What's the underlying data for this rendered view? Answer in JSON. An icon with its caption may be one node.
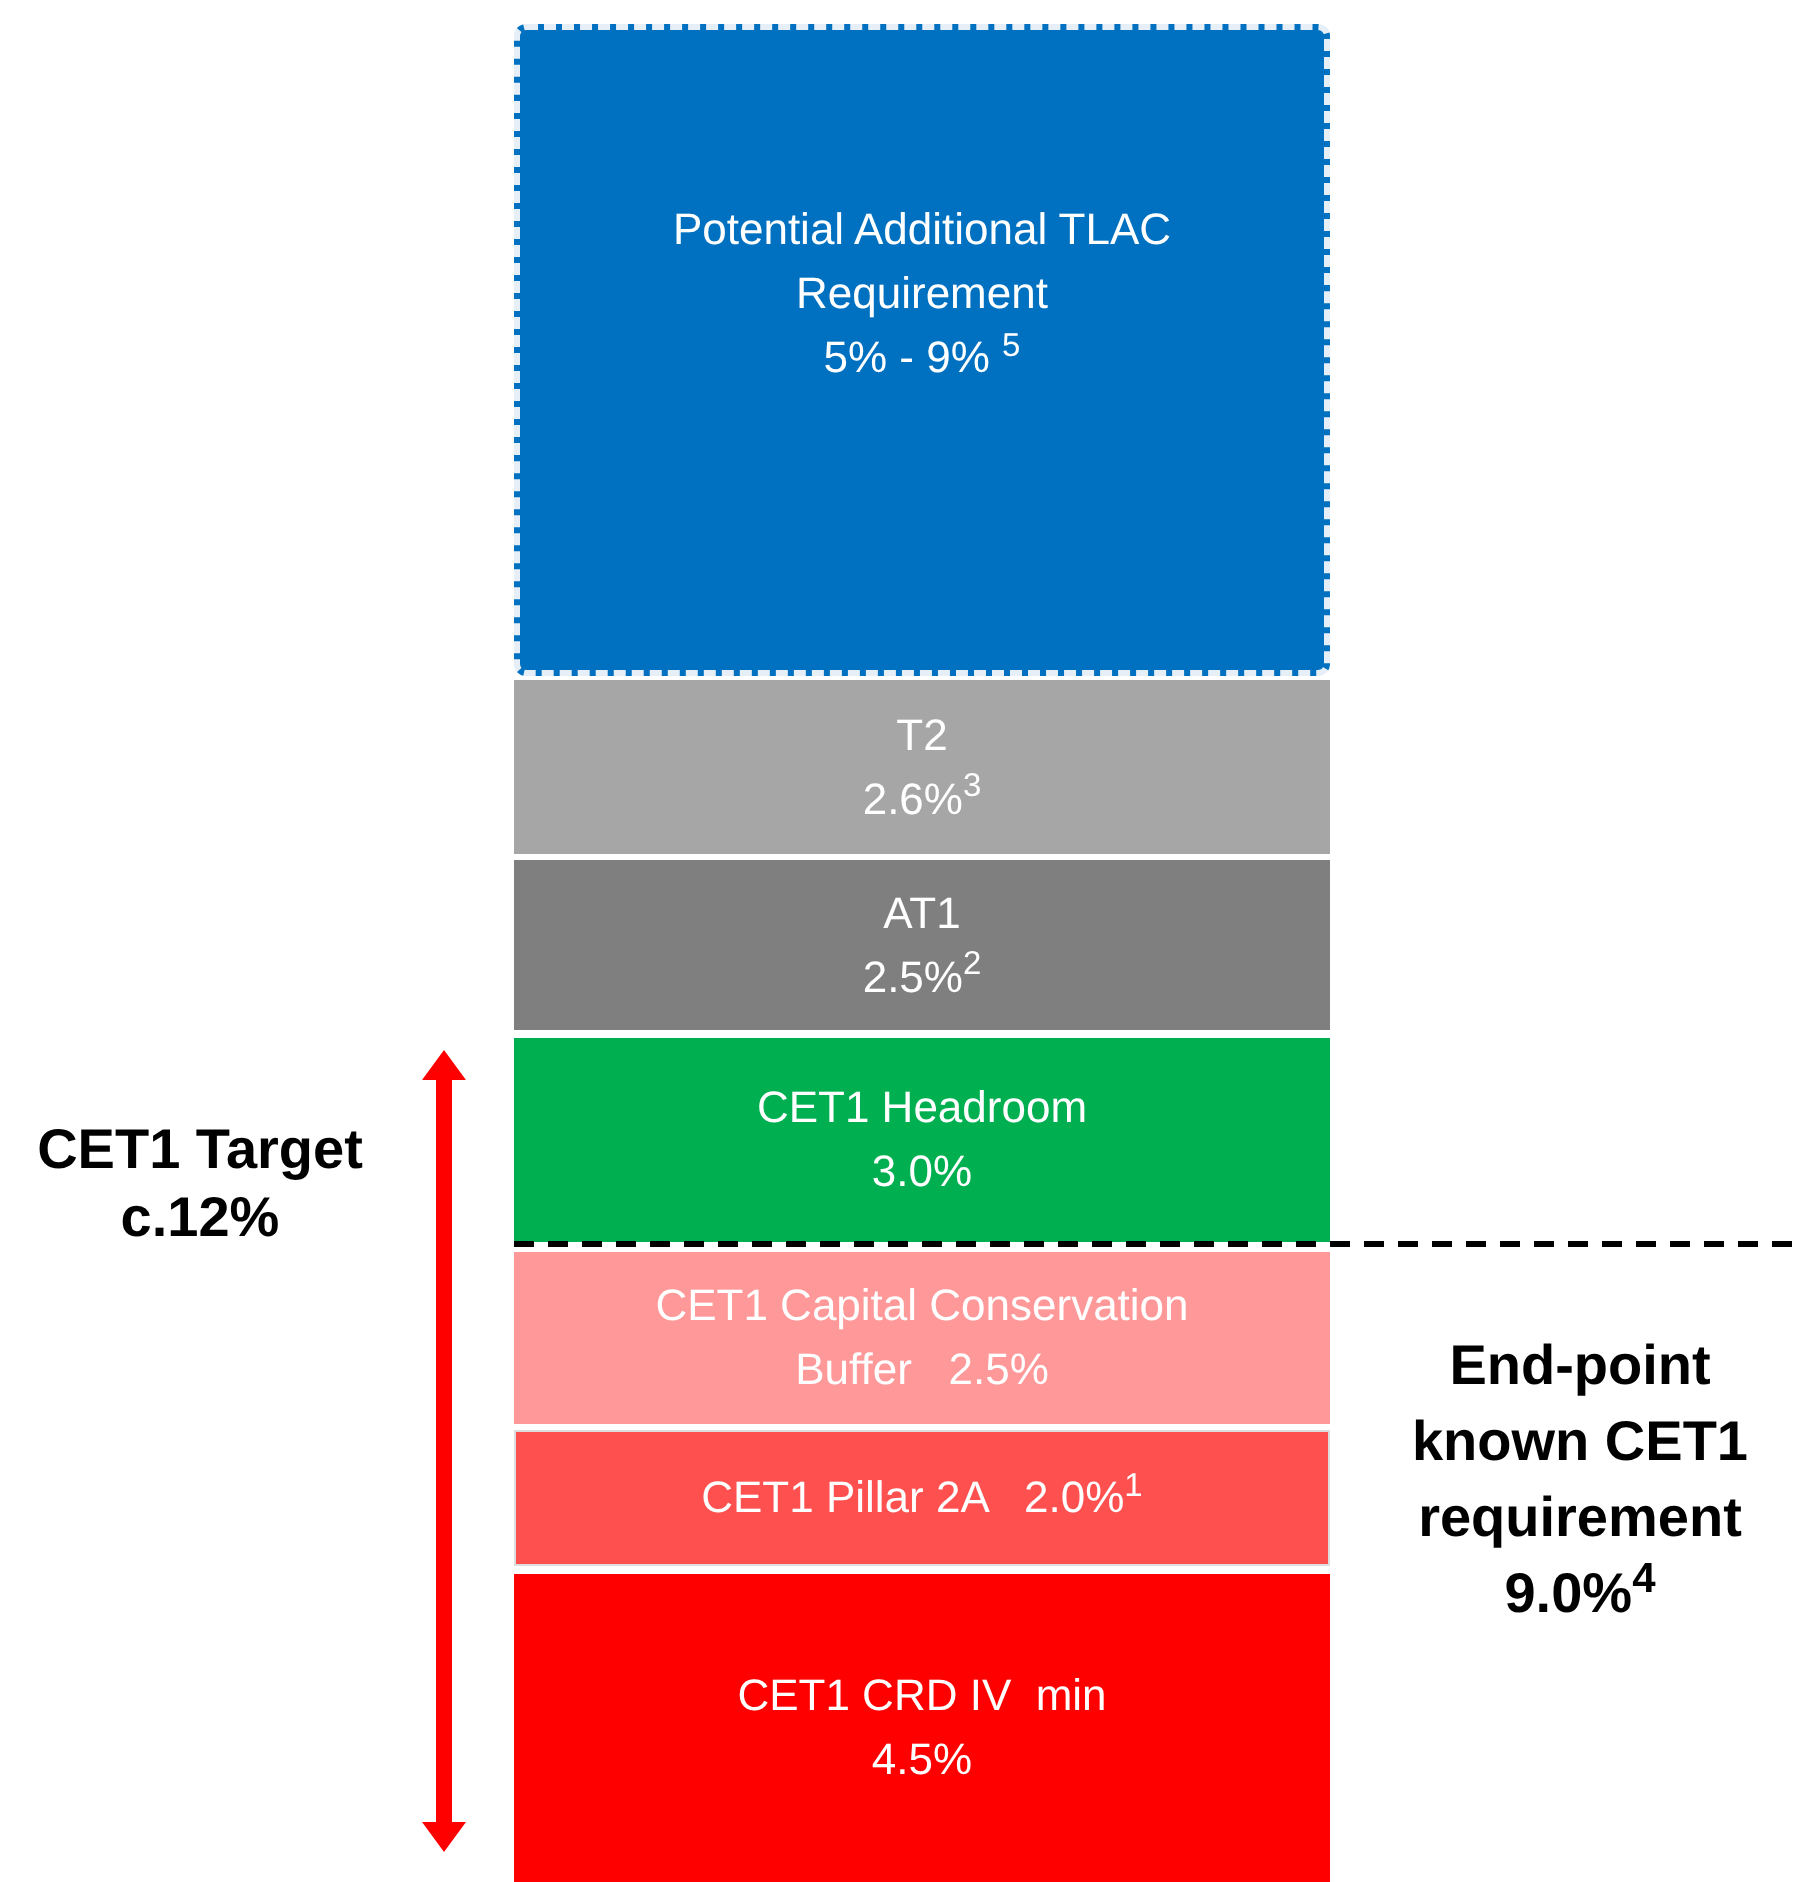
{
  "diagram": {
    "nodes": [
      {
        "text": [
          "Potential Additional TLAC Requirement",
          "5% - 9% $^{5}$"
        ]
      },
      {
        "text": [
          "T2",
          "2.6%$^{3}$"
        ]
      },
      {
        "text": [
          "AT1",
          "2.5%$^{2}$"
        ]
      },
      {
        "text": [
          "CET1 Headroom",
          "3.0%"
        ]
      },
      {
        "text": [
          "CET1 Capital Conservation Buffer   2.5%"
        ]
      },
      {
        "text": [
          "CET1 Pillar 2A   2.0%$^{1}$"
        ]
      },
      {
        "text": [
          "CET1 CRD IV  min",
          "4.5%"
        ]
      }
    ],
    "labels": [
      "CET1 Target c.12%",
      "End-point known CET1 requirement 9.0%$^{4}$"
    ]
  }
}
